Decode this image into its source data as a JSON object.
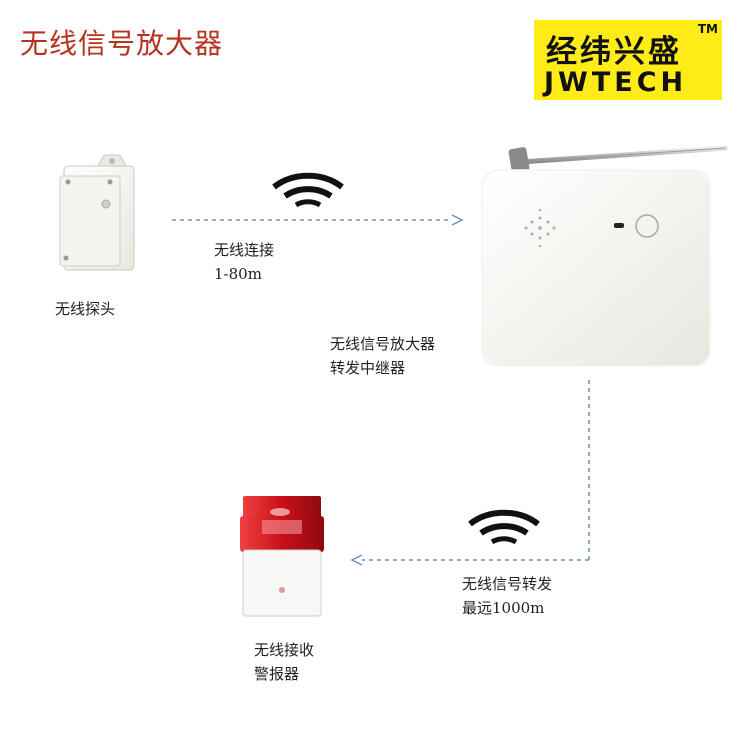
{
  "title": "无线信号放大器",
  "logo": {
    "cn": "经纬兴盛",
    "tm": "TM",
    "en": "JWTECH",
    "bg": "#ffec17"
  },
  "colors": {
    "title": "#b5331e",
    "arrow": "#6f8fb8",
    "siren_red": "#d8141a"
  },
  "sensor": {
    "label": "无线探头"
  },
  "link1": {
    "line1": "无线连接",
    "line2": "1-80m"
  },
  "repeater": {
    "line1": "无线信号放大器",
    "line2": "转发中继器"
  },
  "link2": {
    "line1": "无线信号转发",
    "line2": "最远1000m"
  },
  "alarm": {
    "line1": "无线接收",
    "line2": "警报器"
  },
  "icons": [
    "wifi-icon",
    "wifi-icon"
  ]
}
